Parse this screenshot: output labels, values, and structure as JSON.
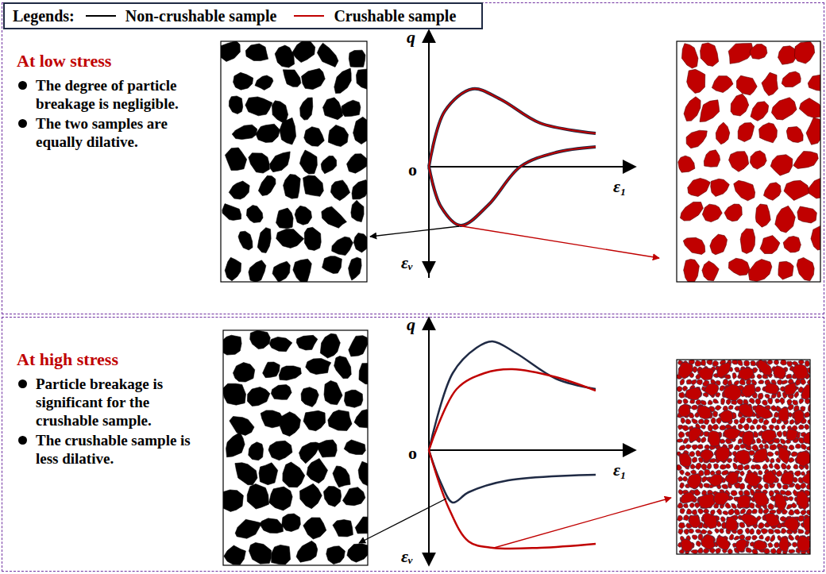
{
  "diagram": {
    "nodes": [
      {
        "text": [
          "At low stress",
          "The degree of particle breakage is negligible.",
          "The two samples are equally dilative."
        ]
      },
      {
        "text": [
          "At high stress",
          "Particle breakage is significant for the crushable sample.",
          "The crushable sample is less dilative."
        ]
      }
    ],
    "labels": [
      "Legends:",
      "q",
      "o",
      "ε₁",
      "εᵥ",
      "q",
      "o",
      "ε₁",
      "εᵥ"
    ],
    "legend": [
      {
        "text": "Non-crushable sample"
      },
      {
        "text": "Crushable sample"
      }
    ]
  }
}
